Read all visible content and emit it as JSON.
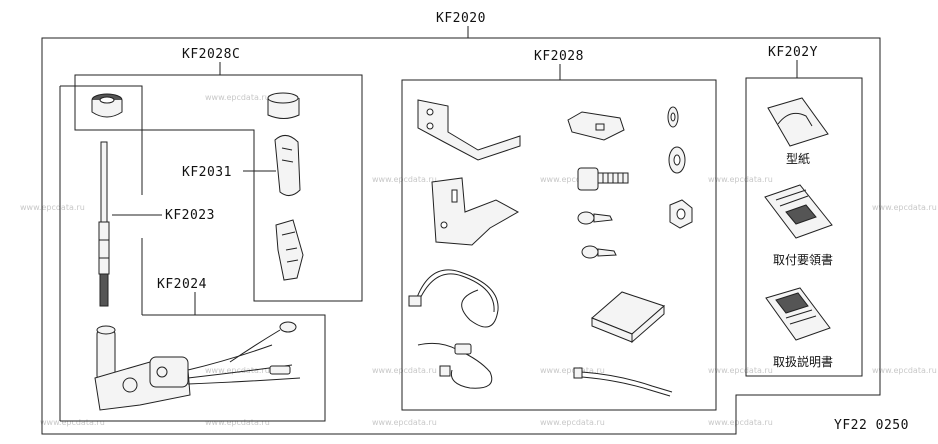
{
  "labels": {
    "kit_main": "KF2020",
    "kit_antenna_top": "KF2028C",
    "kit_hardware": "KF2028",
    "kit_docs": "KF202Y",
    "part_holder": "KF2031",
    "part_rod": "KF2023",
    "part_motor": "KF2024"
  },
  "docs": {
    "template": "型紙",
    "install_guide": "取付要領書",
    "manual": "取扱説明書"
  },
  "watermark": "www.epcdata.ru",
  "diagram_code": "YF22 0250"
}
